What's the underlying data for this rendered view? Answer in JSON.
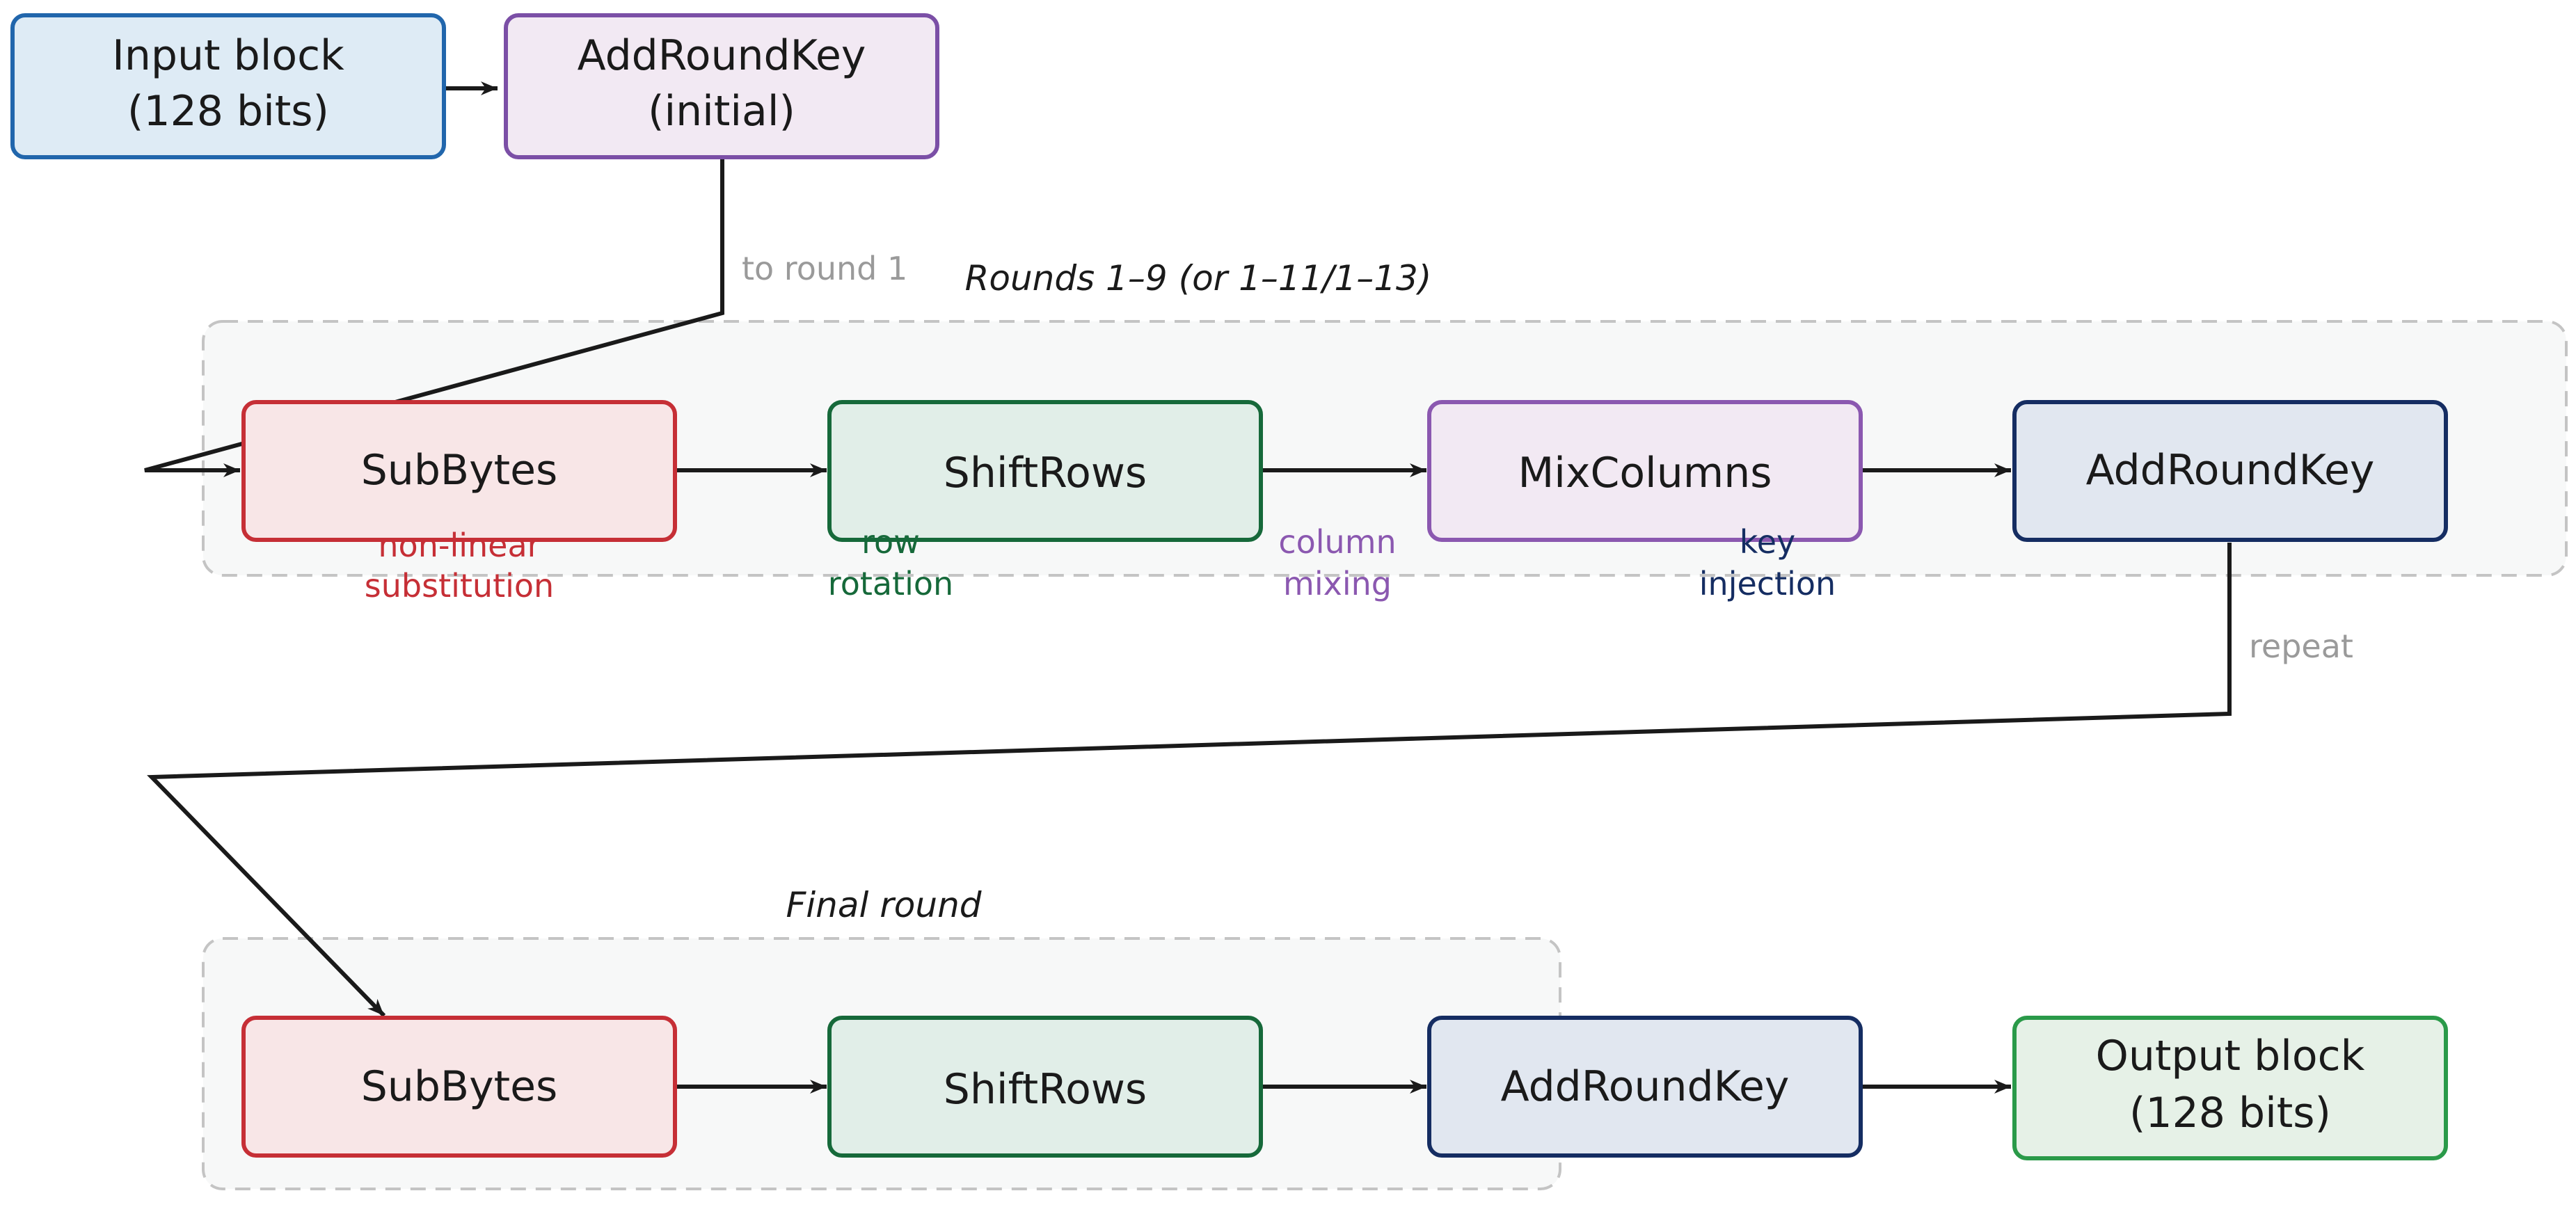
{
  "input_block": {
    "line1": "Input block",
    "line2": "(128 bits)"
  },
  "initial_key": {
    "line1": "AddRoundKey",
    "line2": "(initial)"
  },
  "edge_to_round1": "to round 1",
  "edge_repeat": "repeat",
  "rounds_group": {
    "title": "Rounds 1–9 (or 1–11/1–13)",
    "subbytes": {
      "label": "SubBytes",
      "note1": "non-linear",
      "note2": "substitution"
    },
    "shiftrows": {
      "label": "ShiftRows",
      "note1": "row",
      "note2": "rotation"
    },
    "mixcolumns": {
      "label": "MixColumns",
      "note1": "column",
      "note2": "mixing"
    },
    "addroundkey": {
      "label": "AddRoundKey",
      "note1": "key",
      "note2": "injection"
    }
  },
  "final_group": {
    "title": "Final round",
    "subbytes": {
      "label": "SubBytes"
    },
    "shiftrows": {
      "label": "ShiftRows"
    },
    "addroundkey": {
      "label": "AddRoundKey"
    }
  },
  "output_block": {
    "line1": "Output block",
    "line2": "(128 bits)"
  },
  "colors": {
    "input": {
      "stroke": "#2166ac",
      "fill": "#deebf5"
    },
    "initial_key": {
      "stroke": "#7b4fa6",
      "fill": "#f2e9f3"
    },
    "subbytes": {
      "stroke": "#c62f36",
      "fill": "#f8e6e7",
      "text": "#c62f36"
    },
    "shiftrows": {
      "stroke": "#16693a",
      "fill": "#e1eee8",
      "text": "#16693a"
    },
    "mixcolumns": {
      "stroke": "#8b58b0",
      "fill": "#f2e9f3",
      "text": "#8b58b0"
    },
    "addroundkey": {
      "stroke": "#152d62",
      "fill": "#e1e7f0",
      "text": "#152d62"
    },
    "output": {
      "stroke": "#2a9a49",
      "fill": "#e6f1e7"
    }
  }
}
